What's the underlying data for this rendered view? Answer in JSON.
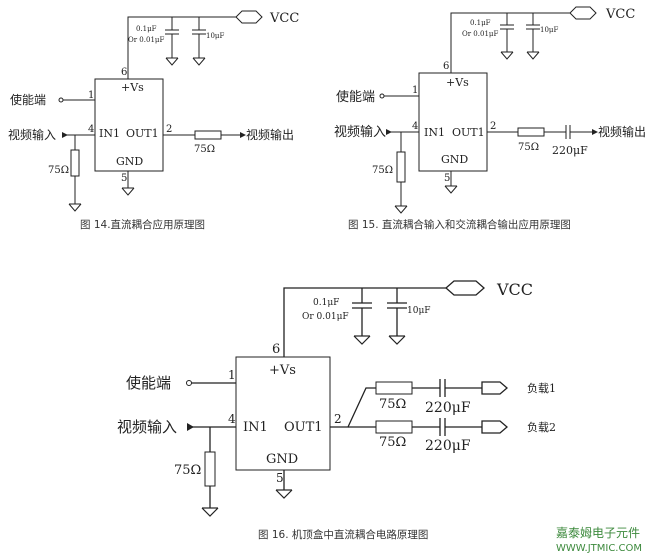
{
  "fig14": {
    "vcc": "VCC",
    "cap1": "0.1μF",
    "cap1_alt": "Or 0.01μF",
    "cap2": "10μF",
    "pin_vs": "+Vs",
    "pin6": "6",
    "pin1": "1",
    "pin4": "4",
    "pin2": "2",
    "pin5": "5",
    "in1": "IN1",
    "out1": "OUT1",
    "gnd": "GND",
    "enable": "使能端",
    "video_in": "视频输入",
    "video_out": "视频输出",
    "r_series": "75Ω",
    "r_term": "75Ω",
    "caption": "图 14.直流耦合应用原理图"
  },
  "fig15": {
    "vcc": "VCC",
    "cap1": "0.1μF",
    "cap1_alt": "Or 0.01μF",
    "cap2": "10μF",
    "pin_vs": "+Vs",
    "pin6": "6",
    "pin1": "1",
    "pin4": "4",
    "pin2": "2",
    "pin5": "5",
    "in1": "IN1",
    "out1": "OUT1",
    "gnd": "GND",
    "enable": "使能端",
    "video_in": "视频输入",
    "video_out": "视频输出",
    "r_series": "75Ω",
    "r_term": "75Ω",
    "c_out": "220μF",
    "caption": "图 15. 直流耦合输入和交流耦合输出应用原理图"
  },
  "fig16": {
    "vcc": "VCC",
    "cap1": "0.1μF",
    "cap1_alt": "Or 0.01μF",
    "cap2": "10μF",
    "pin_vs": "+Vs",
    "pin6": "6",
    "pin1": "1",
    "pin4": "4",
    "pin2": "2",
    "pin5": "5",
    "in1": "IN1",
    "out1": "OUT1",
    "gnd": "GND",
    "enable": "使能端",
    "video_in": "视频输入",
    "r1": "75Ω",
    "r2": "75Ω",
    "r_term": "75Ω",
    "c1": "220μF",
    "c2": "220μF",
    "load1": "负载1",
    "load2": "负载2",
    "caption": "图 16. 机顶盒中直流耦合电路原理图"
  },
  "watermark": {
    "line1": "嘉泰姆电子元件",
    "line2": "WWW.JTMIC.COM"
  }
}
